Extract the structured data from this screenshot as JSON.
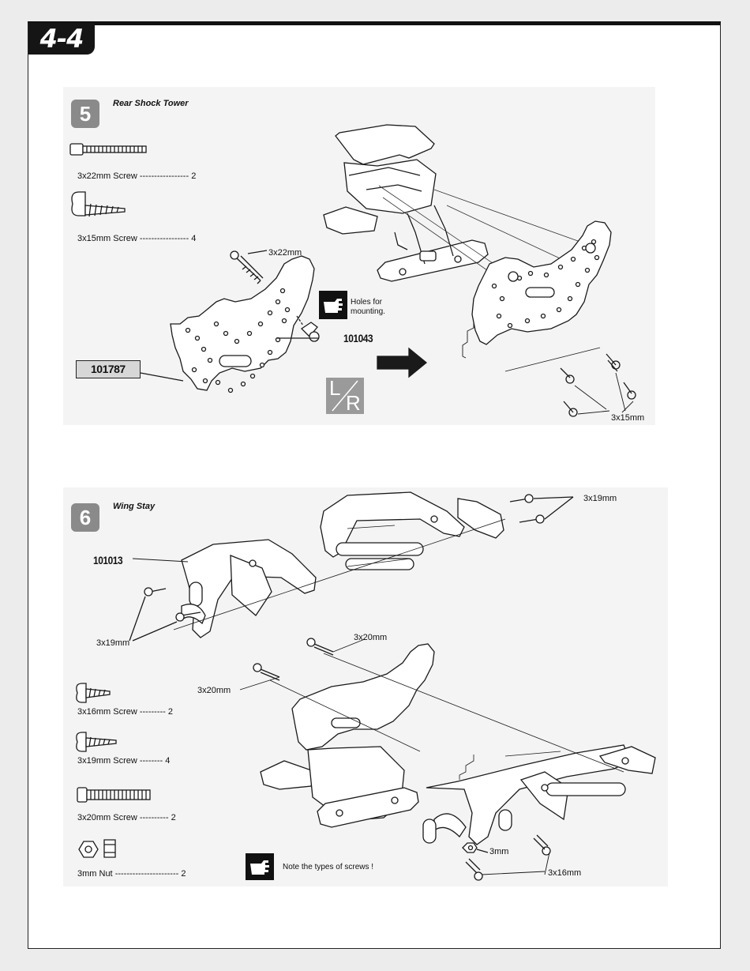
{
  "page": {
    "section_label": "4-4"
  },
  "step5": {
    "number": "5",
    "title": "Rear Shock Tower",
    "parts": [
      {
        "name": "3x22mm  Screw",
        "dots": "-----------------",
        "qty": "2"
      },
      {
        "name": "3x15mm  Screw",
        "dots": "-----------------",
        "qty": "4"
      }
    ],
    "callouts": {
      "screw_top": "3x22mm",
      "screw_bottom": "3x15mm",
      "part_ball": "101043",
      "part_tower": "101787",
      "note": [
        "Holes for",
        "mounting."
      ],
      "lr_left": "L",
      "lr_right": "R"
    }
  },
  "step6": {
    "number": "6",
    "title": "Wing Stay",
    "parts": [
      {
        "name": "3x16mm Screw",
        "dots": "---------",
        "qty": "2"
      },
      {
        "name": "3x19mm  Screw",
        "dots": "--------",
        "qty": "4"
      },
      {
        "name": "3x20mm Screw",
        "dots": "----------",
        "qty": "2"
      },
      {
        "name": "3mm Nut",
        "dots": "----------------------",
        "qty": "2"
      }
    ],
    "callouts": {
      "part_stay": "101013",
      "screw_19_top": "3x19mm",
      "screw_19_left": "3x19mm",
      "screw_20_top": "3x20mm",
      "screw_20_left": "3x20mm",
      "nut": "3mm",
      "screw_16": "3x16mm",
      "note": "Note the types of screws !"
    }
  }
}
